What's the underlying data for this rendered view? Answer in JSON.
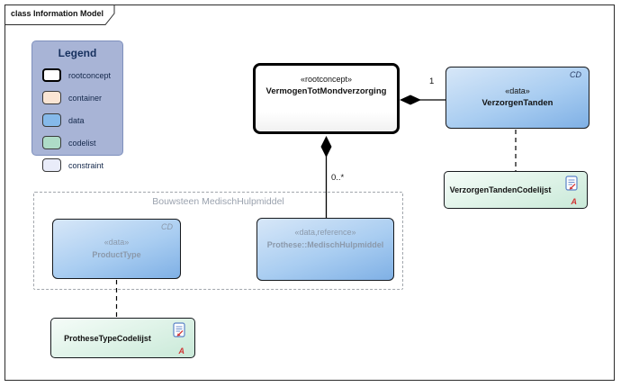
{
  "frame": {
    "tab_label": "class Information Model"
  },
  "legend": {
    "title": "Legend",
    "items": [
      {
        "label": "rootconcept",
        "color": "#ffffff"
      },
      {
        "label": "container",
        "color": "#fae5d4"
      },
      {
        "label": "data",
        "color": "#85b9ea"
      },
      {
        "label": "codelist",
        "color": "#aedcc7"
      },
      {
        "label": "constraint",
        "color": "#e9ecf9"
      }
    ]
  },
  "diagram": {
    "rootconcept": {
      "stereotype": "«rootconcept»",
      "name": "VermogenTotMondverzorging"
    },
    "verzorgen_tanden": {
      "corner": "CD",
      "stereotype": "«data»",
      "name": "VerzorgenTanden"
    },
    "bouwsteen_container": {
      "title": "Bouwsteen MedischHulpmiddel"
    },
    "product_type": {
      "corner": "CD",
      "stereotype": "«data»",
      "name": "ProductType"
    },
    "prothese": {
      "stereotype": "«data,reference»",
      "name": "Prothese::MedischHulpmiddel"
    },
    "verzorgen_tanden_codelijst": {
      "name": "VerzorgenTandenCodelijst",
      "marker": "A"
    },
    "prothese_type_codelijst": {
      "name": "ProtheseTypeCodelijst",
      "marker": "A"
    },
    "connectors": {
      "verzorgen_tanden_multiplicity": "1",
      "medisch_hulpmiddel_multiplicity": "0..*"
    }
  },
  "colors": {
    "legend_bg": "#a8b4d6",
    "data_fill_top": "#d7e7f8",
    "data_fill_bottom": "#7fb0e5",
    "codelist_fill_top": "#f5fcf8",
    "codelist_fill_bottom": "#c9e9d8",
    "reference_text": "#8b99ab",
    "marker_red": "#cf3434",
    "container_dash": "#a2a7ad"
  }
}
